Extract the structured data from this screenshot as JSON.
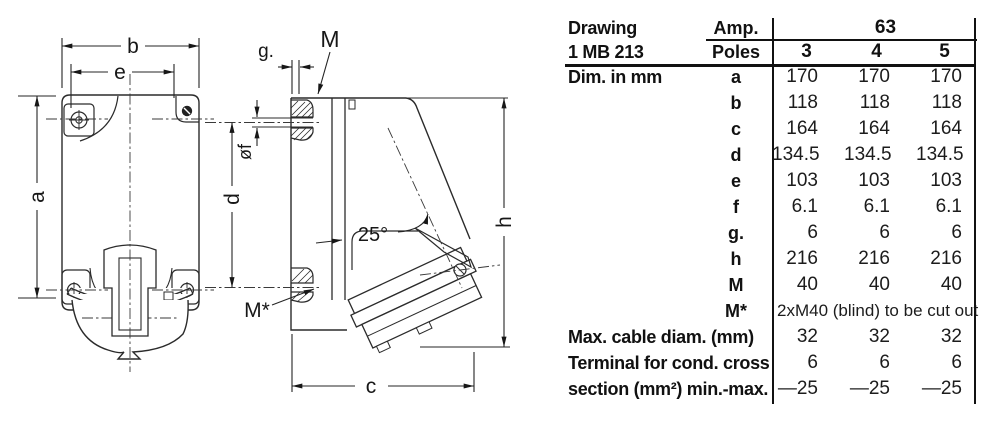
{
  "drawing": {
    "dim_labels": {
      "b": "b",
      "e": "e",
      "a": "a",
      "g": "g.",
      "M": "M",
      "phi_f": "øf",
      "d": "d",
      "angle": "25°",
      "M_star": "M*",
      "c": "c",
      "h": "h"
    }
  },
  "table": {
    "drawing_label": "Drawing",
    "drawing_number": "1 MB 213",
    "amp_label": "Amp.",
    "amp_value": "63",
    "poles_label": "Poles",
    "pole_options": [
      "3",
      "4",
      "5"
    ],
    "dim_unit_label": "Dim. in mm",
    "dim_rows": [
      {
        "key": "a",
        "v": [
          "170",
          "170",
          "170"
        ]
      },
      {
        "key": "b",
        "v": [
          "118",
          "118",
          "118"
        ]
      },
      {
        "key": "c",
        "v": [
          "164",
          "164",
          "164"
        ]
      },
      {
        "key": "d",
        "v": [
          "134.5",
          "134.5",
          "134.5"
        ]
      },
      {
        "key": "e",
        "v": [
          "103",
          "103",
          "103"
        ]
      },
      {
        "key": "f",
        "v": [
          "6.1",
          "6.1",
          "6.1"
        ]
      },
      {
        "key": "g.",
        "v": [
          "6",
          "6",
          "6"
        ]
      },
      {
        "key": "h",
        "v": [
          "216",
          "216",
          "216"
        ]
      },
      {
        "key": "M",
        "v": [
          "40",
          "40",
          "40"
        ]
      }
    ],
    "m_star_row": {
      "key": "M*",
      "value": "2xM40 (blind) to be cut out"
    },
    "spec_rows": [
      {
        "label": "Max. cable diam. (mm)",
        "v": [
          "32",
          "32",
          "32"
        ]
      },
      {
        "label": "Terminal for cond. cross",
        "v": [
          "6",
          "6",
          "6"
        ]
      },
      {
        "label": "section (mm²) min.-max.",
        "v": [
          "—25",
          "—25",
          "—25"
        ]
      }
    ]
  }
}
